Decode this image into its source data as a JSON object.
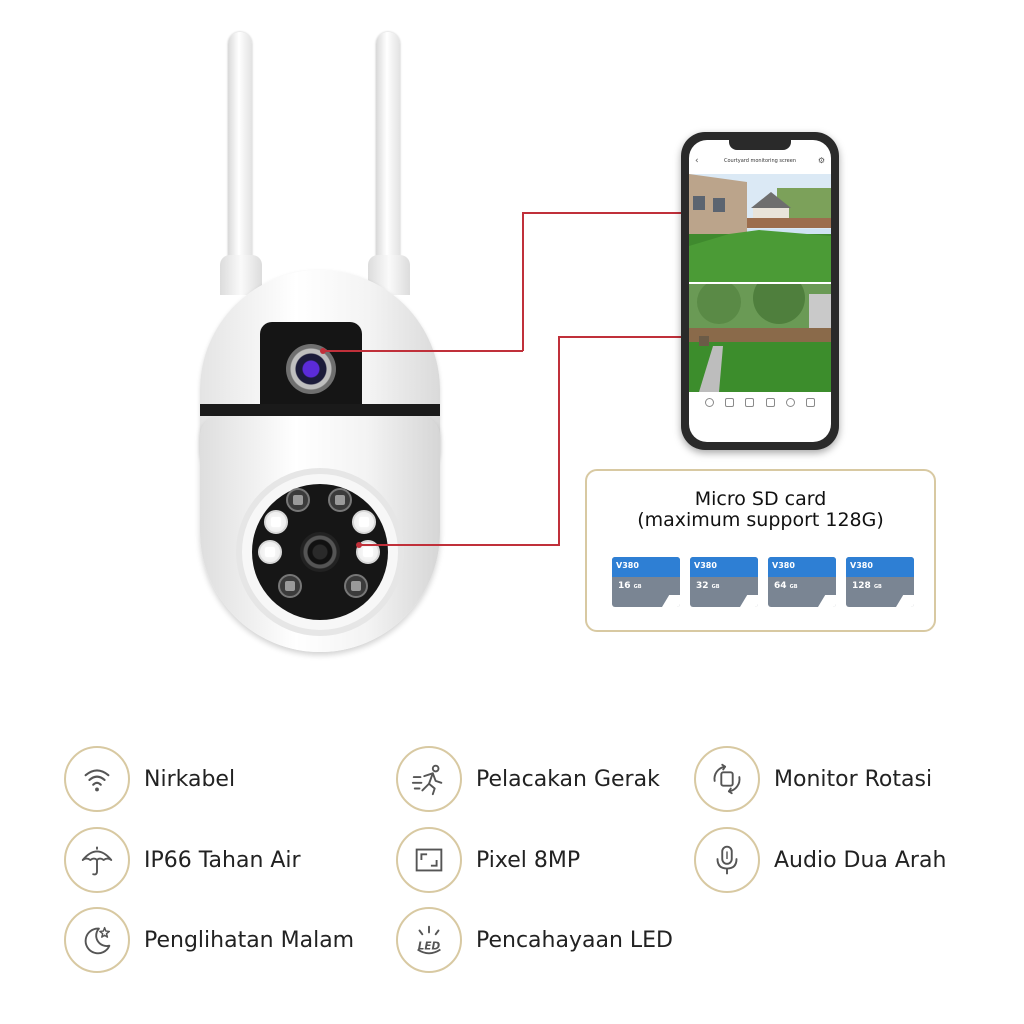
{
  "phone": {
    "screen_title": "Courtyard monitoring screen"
  },
  "sd_card": {
    "title_line1": "Micro SD card",
    "title_line2": "(maximum support 128G)",
    "cards": [
      {
        "brand": "V380",
        "capacity": "16",
        "unit": "GB"
      },
      {
        "brand": "V380",
        "capacity": "32",
        "unit": "GB"
      },
      {
        "brand": "V380",
        "capacity": "64",
        "unit": "GB"
      },
      {
        "brand": "V380",
        "capacity": "128",
        "unit": "GB"
      }
    ]
  },
  "features": [
    {
      "label": "Nirkabel",
      "icon": "wifi-icon"
    },
    {
      "label": "Pelacakan Gerak",
      "icon": "motion-tracking-icon"
    },
    {
      "label": "Monitor Rotasi",
      "icon": "rotation-icon"
    },
    {
      "label": "IP66 Tahan Air",
      "icon": "umbrella-icon"
    },
    {
      "label": "Pixel 8MP",
      "icon": "frame-icon"
    },
    {
      "label": "Audio Dua Arah",
      "icon": "microphone-icon"
    },
    {
      "label": "Penglihatan Malam",
      "icon": "moon-star-icon"
    },
    {
      "label": "Pencahayaan LED",
      "icon": "led-icon"
    }
  ],
  "colors": {
    "accent_border": "#d8c9a2",
    "link_line": "#c0303a",
    "sd_blue": "#2e7fd4"
  }
}
